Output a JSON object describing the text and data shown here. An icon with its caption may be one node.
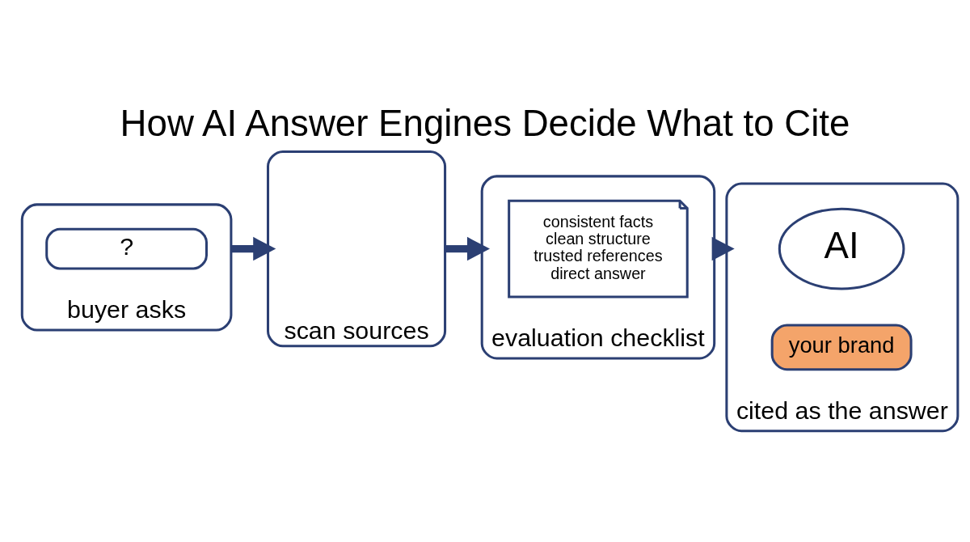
{
  "diagram": {
    "title": "How AI Answer Engines Decide What to Cite",
    "nodes": [
      {
        "text": [
          "buyer asks"
        ]
      },
      {
        "text": [
          "?"
        ],
        "in": 0
      },
      {
        "text": [
          "scan sources"
        ]
      },
      {
        "text": [
          "evaluation checklist"
        ]
      },
      {
        "text": [
          "consistent facts",
          "clean structure",
          "trusted references",
          "direct answer"
        ],
        "in": 3
      },
      {
        "text": [
          "cited as the answer"
        ]
      },
      {
        "text": [
          "AI"
        ],
        "in": 5
      },
      {
        "text": [
          "your brand"
        ],
        "in": 5
      }
    ],
    "edges": [
      {
        "from": 0,
        "to": 2,
        "arrow": "to"
      },
      {
        "from": 2,
        "to": 3,
        "arrow": "to"
      },
      {
        "from": 3,
        "to": 5,
        "arrow": "to"
      }
    ]
  }
}
